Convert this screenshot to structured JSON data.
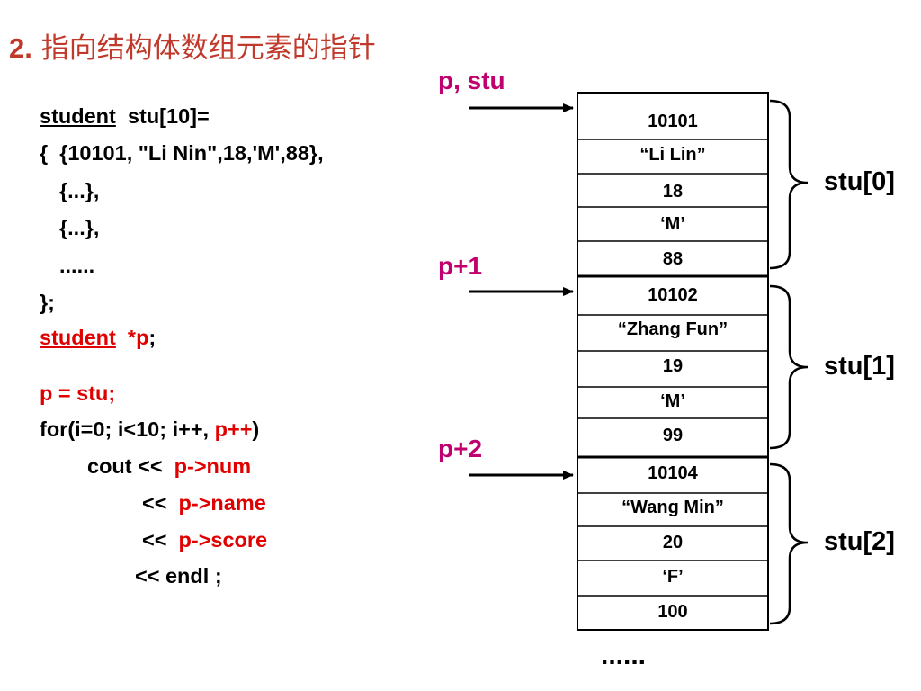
{
  "title": {
    "number": "2.",
    "text": " 指向结构体数组元素的指针"
  },
  "code": {
    "line1_type": "student",
    "line1_rest": "  stu[10]=",
    "line2": "{  {10101, \"Li Nin\",18,'M',88},",
    "line3": "{...},",
    "line4": "{...},",
    "line5": "......",
    "line6": "};",
    "line7_type": "student",
    "line7_ptr": "*p",
    "line7_end": ";",
    "line8": "p = stu;",
    "line9_a": "for(i=0; i<10; i++, ",
    "line9_b": "p++",
    "line9_c": ")",
    "line10_a": "cout <<  ",
    "line10_b": "p->num",
    "line11_a": "<<  ",
    "line11_b": "p->name",
    "line12_a": "<<  ",
    "line12_b": "p->score",
    "line13": "<< endl ;"
  },
  "pointers": [
    "p, stu",
    "p+1",
    "p+2"
  ],
  "cells": [
    "10101",
    "“Li Lin”",
    "18",
    "‘M’",
    "88",
    "10102",
    "“Zhang Fun”",
    "19",
    "‘M’",
    "99",
    "10104",
    "“Wang Min”",
    "20",
    "‘F’",
    "100"
  ],
  "elements": [
    "stu[0]",
    "stu[1]",
    "stu[2]"
  ],
  "ellipsis": "......",
  "colors": {
    "title": "#c0392b",
    "highlight": "#e00000",
    "pointer": "#c0006e"
  }
}
